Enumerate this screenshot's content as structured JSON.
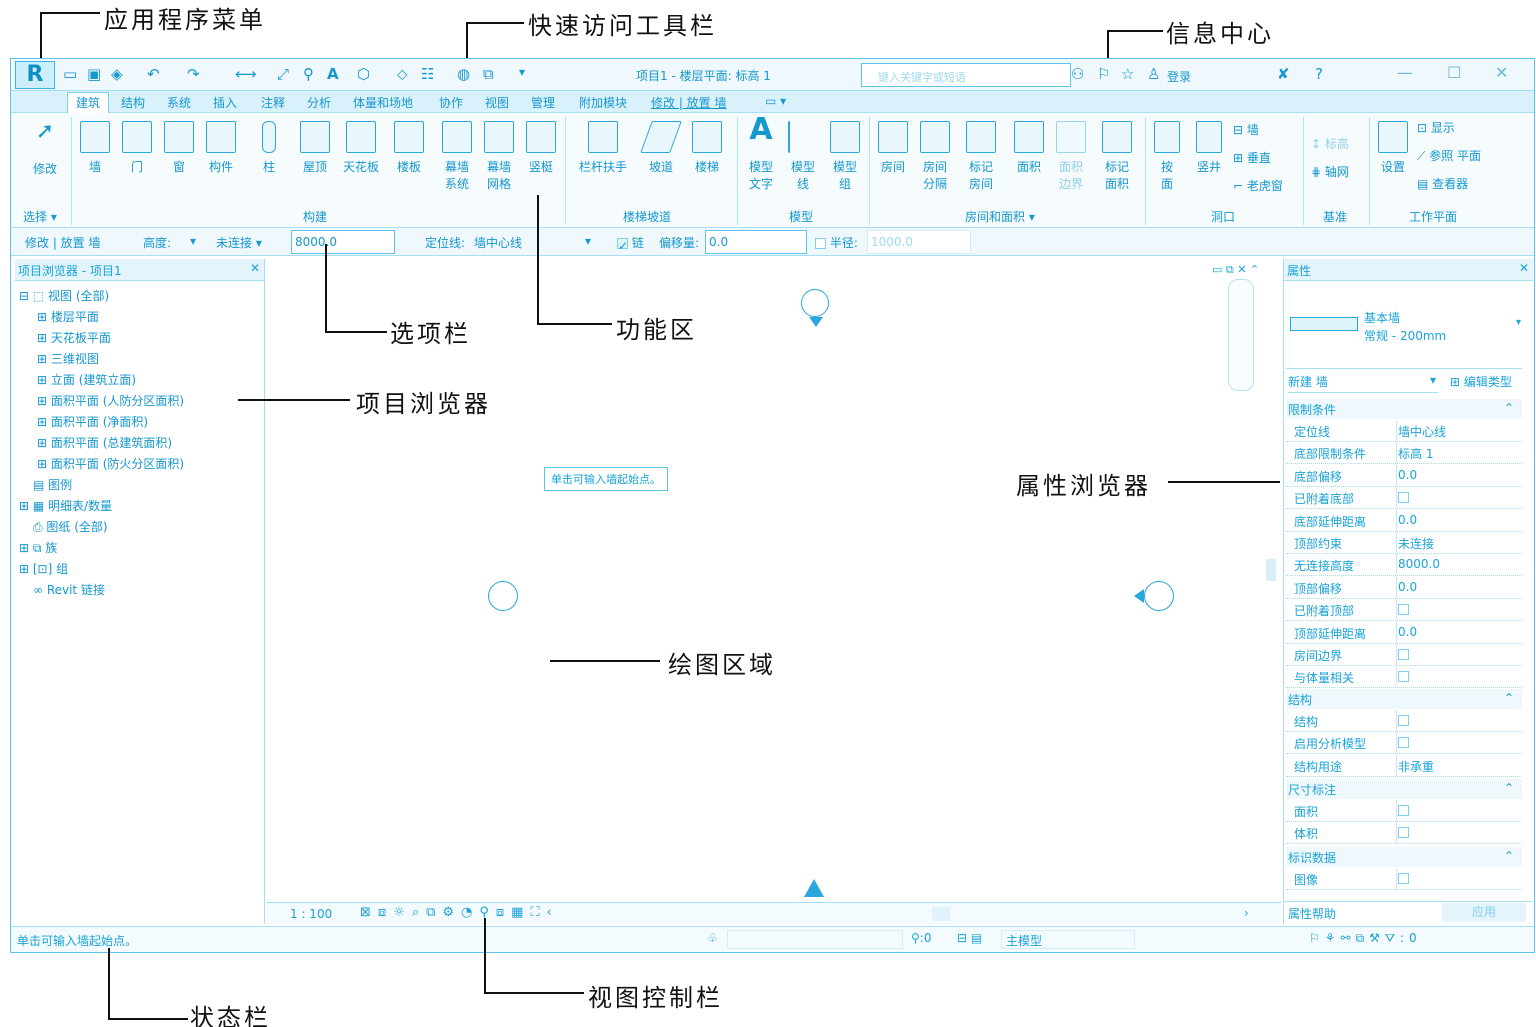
{
  "annotations": {
    "app_menu": "应用程序菜单",
    "quick_access": "快速访问工具栏",
    "info_center": "信息中心",
    "options_bar": "选项栏",
    "ribbon": "功能区",
    "project_browser": "项目浏览器",
    "properties": "属性浏览器",
    "drawing_area": "绘图区域",
    "view_control": "视图控制栏",
    "status_bar": "状态栏"
  },
  "window": {
    "title": "项目1 - 楼层平面: 标高 1",
    "search_placeholder": "键入关键字或短语",
    "login": "登录"
  },
  "tabs": [
    "建筑",
    "结构",
    "系统",
    "插入",
    "注释",
    "分析",
    "体量和场地",
    "协作",
    "视图",
    "管理",
    "附加模块",
    "修改 | 放置 墙"
  ],
  "ribbon": {
    "modify": "修改",
    "select": "选择",
    "build": [
      {
        "l1": "墙",
        "l2": ""
      },
      {
        "l1": "门",
        "l2": ""
      },
      {
        "l1": "窗",
        "l2": ""
      },
      {
        "l1": "构件",
        "l2": ""
      },
      {
        "l1": "柱",
        "l2": ""
      },
      {
        "l1": "屋顶",
        "l2": ""
      },
      {
        "l1": "天花板",
        "l2": ""
      },
      {
        "l1": "楼板",
        "l2": ""
      },
      {
        "l1": "幕墙",
        "l2": "系统"
      },
      {
        "l1": "幕墙",
        "l2": "网格"
      },
      {
        "l1": "竖梃",
        "l2": ""
      }
    ],
    "circ": [
      {
        "l1": "栏杆扶手",
        "l2": ""
      },
      {
        "l1": "坡道",
        "l2": ""
      },
      {
        "l1": "楼梯",
        "l2": ""
      }
    ],
    "model": [
      {
        "l1": "模型",
        "l2": "文字"
      },
      {
        "l1": "模型",
        "l2": "线"
      },
      {
        "l1": "模型",
        "l2": "组"
      }
    ],
    "room": [
      {
        "l1": "房间",
        "l2": ""
      },
      {
        "l1": "房间",
        "l2": "分隔"
      },
      {
        "l1": "标记",
        "l2": "房间"
      },
      {
        "l1": "面积",
        "l2": ""
      },
      {
        "l1": "面积",
        "l2": "边界"
      },
      {
        "l1": "标记",
        "l2": "面积"
      }
    ],
    "opening": {
      "by_face_1": "按",
      "by_face_2": "面",
      "shaft": "竖井",
      "wall": "墙",
      "vertical": "垂直",
      "dormer": "老虎窗"
    },
    "datum": {
      "level": "标高",
      "grid": "轴网"
    },
    "workplane": {
      "set": "设置",
      "show": "显示",
      "ref": "参照 平面",
      "viewer": "查看器"
    },
    "sections": {
      "build": "构建",
      "circ": "楼梯坡道",
      "model": "模型",
      "room": "房间和面积",
      "opening": "洞口",
      "datum": "基准",
      "workplane": "工作平面"
    }
  },
  "options": {
    "context": "修改 | 放置 墙",
    "height_label": "高度:",
    "height_mode": "未连接",
    "height_value": "8000.0",
    "loc_label": "定位线:",
    "loc_value": "墙中心线",
    "chain": "链",
    "offset_label": "偏移量:",
    "offset_value": "0.0",
    "radius_label": "半径:",
    "radius_value": "1000.0"
  },
  "browser": {
    "title": "项目浏览器 - 项目1",
    "items": [
      "视图 (全部)",
      "楼层平面",
      "天花板平面",
      "三维视图",
      "立面 (建筑立面)",
      "面积平面 (人防分区面积)",
      "面积平面 (净面积)",
      "面积平面 (总建筑面积)",
      "面积平面 (防火分区面积)",
      "图例",
      "明细表/数量",
      "图纸 (全部)",
      "族",
      "组",
      "Revit 链接"
    ]
  },
  "canvas": {
    "tooltip": "单击可输入墙起始点。",
    "scale": "1 : 100"
  },
  "properties": {
    "title": "属性",
    "type_family": "基本墙",
    "type_name": "常规 - 200mm",
    "instance": "新建 墙",
    "edit_type": "编辑类型",
    "groups": {
      "constraints": "限制条件",
      "structure": "结构",
      "dimensions": "尺寸标注",
      "identity": "标识数据"
    },
    "rows": [
      [
        "定位线",
        "墙中心线"
      ],
      [
        "底部限制条件",
        "标高 1"
      ],
      [
        "底部偏移",
        "0.0"
      ],
      [
        "已附着底部",
        ""
      ],
      [
        "底部延伸距离",
        "0.0"
      ],
      [
        "顶部约束",
        "未连接"
      ],
      [
        "无连接高度",
        "8000.0"
      ],
      [
        "顶部偏移",
        "0.0"
      ],
      [
        "已附着顶部",
        ""
      ],
      [
        "顶部延伸距离",
        "0.0"
      ],
      [
        "房间边界",
        ""
      ],
      [
        "与体量相关",
        ""
      ]
    ],
    "struct_rows": [
      [
        "结构",
        ""
      ],
      [
        "启用分析模型",
        ""
      ],
      [
        "结构用途",
        "非承重"
      ]
    ],
    "dim_rows": [
      [
        "面积",
        ""
      ],
      [
        "体积",
        ""
      ]
    ],
    "id_rows": [
      [
        "图像",
        ""
      ]
    ],
    "help": "属性帮助",
    "apply": "应用"
  },
  "status": {
    "text": "单击可输入墙起始点。",
    "count": ":0",
    "model": "主模型",
    "filter": ":0"
  }
}
